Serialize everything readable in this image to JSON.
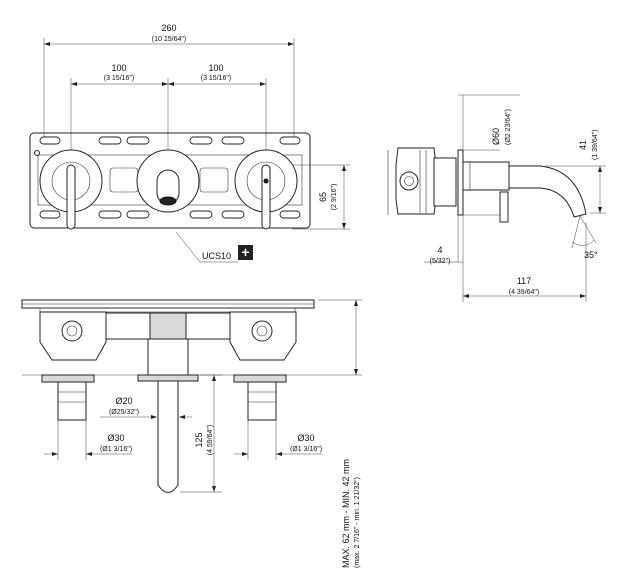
{
  "front_view": {
    "overall_width": {
      "value": "260",
      "imperial": "(10 15/64\")"
    },
    "spacing_left": {
      "value": "100",
      "imperial": "(3 15/16\")"
    },
    "spacing_right": {
      "value": "100",
      "imperial": "(3 15/16\")"
    },
    "plate_height": {
      "value": "65",
      "imperial": "(2 9/16\")"
    },
    "accessory": {
      "label": "UCS10",
      "symbol": "+"
    }
  },
  "side_view": {
    "rosette_diameter": {
      "value": "Ø60",
      "imperial": "(Ø2 23/64\")"
    },
    "spout_height": {
      "value": "41",
      "imperial": "(1 39/64\")"
    },
    "wall_gap": {
      "value": "4",
      "imperial": "(5/32\")"
    },
    "spout_length": {
      "value": "117",
      "imperial": "(4 39/64\")"
    },
    "spout_angle": "35°"
  },
  "section_view": {
    "spout_diameter": {
      "value": "Ø20",
      "imperial": "(Ø25/32\")"
    },
    "spout_drop": {
      "value": "125",
      "imperial": "(4 59/64\")"
    },
    "left_valve_diameter": {
      "value": "Ø30",
      "imperial": "(Ø1 3/16\")"
    },
    "right_valve_diameter": {
      "value": "Ø30",
      "imperial": "(Ø1 3/16\")"
    },
    "wall_depth": {
      "value": "MAX. 62 mm - MIN. 42 mm",
      "imperial": "(max. 2 7/16\" - min. 1 21/32\")"
    }
  }
}
